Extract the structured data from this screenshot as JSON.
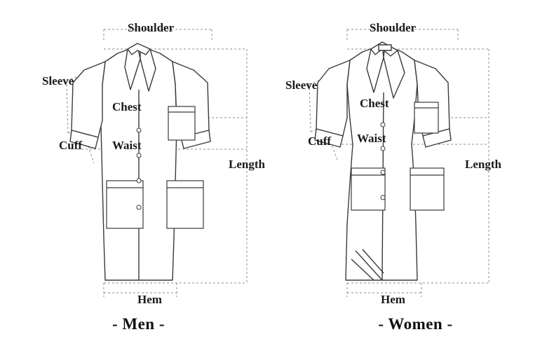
{
  "figure": {
    "title_hidden": "",
    "colors": {
      "outline": "#3a3a3a",
      "guide": "#8c8c8c",
      "fill": "#ffffff",
      "text": "#111111"
    }
  },
  "panels": [
    {
      "id": "men",
      "caption": "- Men -",
      "garment": "lab-coat-men",
      "labels": {
        "shoulder": "Shoulder",
        "sleeve": "Sleeve",
        "chest": "Chest",
        "cuff": "Cuff",
        "waist": "Waist",
        "length": "Length",
        "hem": "Hem"
      }
    },
    {
      "id": "women",
      "caption": "- Women -",
      "garment": "lab-coat-women",
      "labels": {
        "shoulder": "Shoulder",
        "sleeve": "Sleeve",
        "chest": "Chest",
        "cuff": "Cuff",
        "waist": "Waist",
        "length": "Length",
        "hem": "Hem"
      }
    }
  ]
}
